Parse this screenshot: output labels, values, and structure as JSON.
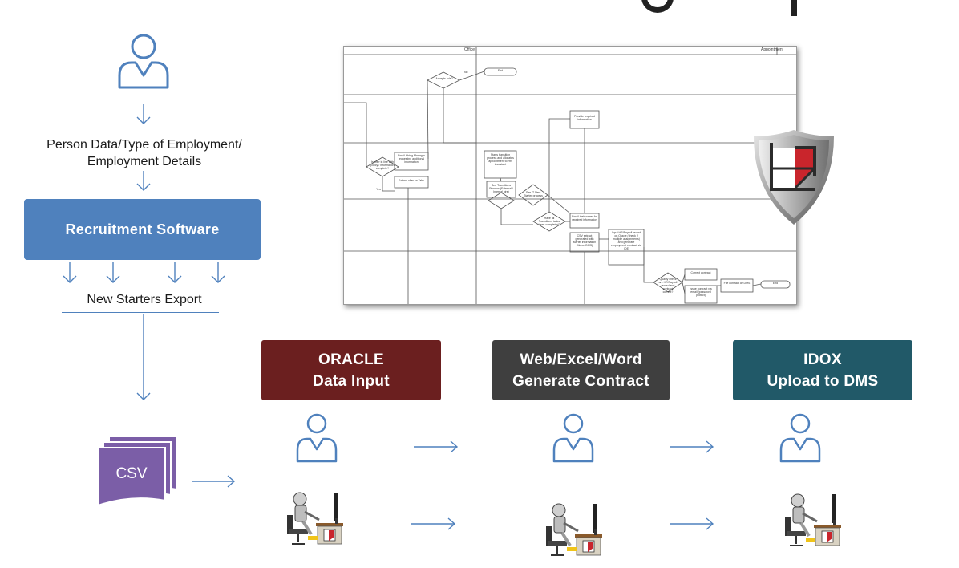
{
  "left": {
    "person_data_label_1": "Person Data/Type of Employment/",
    "person_data_label_2": "Employment Details",
    "recruitment_box": "Recruitment Software",
    "export_label": "New Starters Export",
    "csv_label": "CSV"
  },
  "boxes": [
    {
      "line1": "ORACLE",
      "line2": "Data Input",
      "color": "#6b1f1f"
    },
    {
      "line1": "Web/Excel/Word",
      "line2": "Generate Contract",
      "color": "#3f3f3f"
    },
    {
      "line1": "IDOX",
      "line2": "Upload to DMS",
      "color": "#215968"
    }
  ],
  "colors": {
    "accent_blue": "#4f81bd",
    "recruitment_box": "#4f81bd",
    "csv_purple": "#7b5ea7"
  },
  "process_diagram": {
    "header_left": "Office",
    "header_right": "Appointment",
    "nodes": [
      "Accepts role?",
      "End",
      "Provide required information",
      "Is offer in line with policy / information complete?",
      "Email Hiring Manager requesting additional information",
      "Extend offer on Tabs",
      "Starts transition process and allocates appointment to HR Assistant",
      "See Transitions Process (External / Internal hire)",
      "See IT New Starter process",
      "Have all Transitions tasks been completed?",
      "Email task owner for required information",
      "CSV extract generated with starter information (file on DMS)",
      "Input HR/Payroll record on Oracle (check if multiple assignments) and generate employment contract via IDE",
      "Quality check are HR/Payroll record and contract correct?",
      "Correct contract",
      "Issue contract via email (password protect)",
      "File contract on DMS",
      "End"
    ],
    "labels": [
      "No",
      "Yes"
    ]
  },
  "icons": [
    "person-icon",
    "csv-stack-icon",
    "robot-workstation-icon",
    "shield-logo-icon",
    "arrow-down-icon",
    "arrow-right-icon"
  ]
}
